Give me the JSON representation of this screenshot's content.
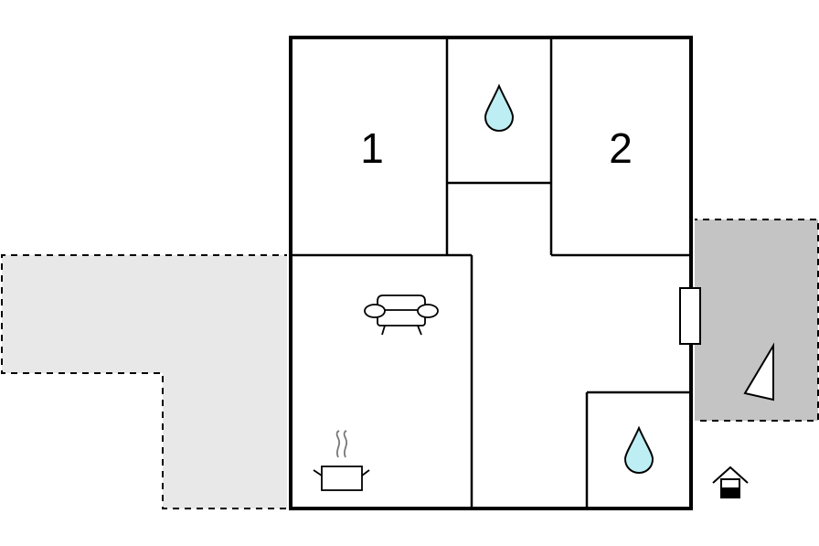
{
  "floorplan": {
    "rooms": [
      {
        "id": "bedroom-1",
        "label": "1"
      },
      {
        "id": "bedroom-2",
        "label": "2"
      }
    ],
    "colors": {
      "wall": "#000000",
      "terrace_left": "#e8e8e8",
      "terrace_right": "#c4c4c4",
      "water": "#bdeef4",
      "background": "#ffffff"
    },
    "icons": [
      "water-drop-icon",
      "sofa-icon",
      "cooking-pot-icon",
      "sail-icon",
      "house-entrance-icon",
      "fireplace-icon"
    ]
  }
}
